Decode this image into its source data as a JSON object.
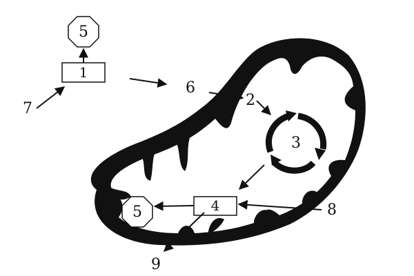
{
  "diagram": {
    "box_top": "1",
    "box_bottom": "4",
    "octagon_top": "5",
    "octagon_bottom": "5",
    "cycle_center": "3",
    "label_2": "2",
    "label_6": "6",
    "label_7": "7",
    "label_8": "8",
    "label_9": "9"
  },
  "colors": {
    "ink": "#111111",
    "background": "#ffffff"
  }
}
